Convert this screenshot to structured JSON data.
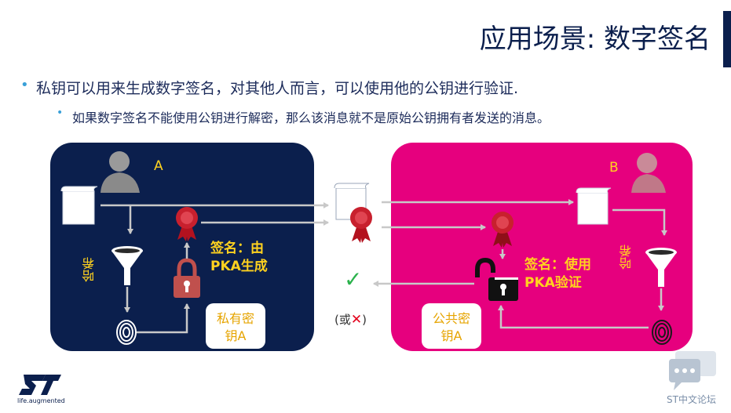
{
  "slide": {
    "title": "应用场景: 数字签名",
    "bullet1": "私钥可以用来生成数字签名，对其他人而言，可以使用他的公钥进行验证.",
    "bullet2": "如果数字签名不能使用公钥进行解密，那么该消息就不是原始公钥拥有者发送的消息。"
  },
  "diagram": {
    "party_a": "A",
    "party_b": "B",
    "hash_label_a": "哈希",
    "hash_label_b": "哈希",
    "sign_a_line1": "签名：由",
    "sign_a_line2": "PKA生成",
    "sign_b_line1": "签名：使用",
    "sign_b_line2": "PKA验证",
    "private_key_line1": "私有密",
    "private_key_line2": "钥A",
    "public_key_line1": "公共密",
    "public_key_line2": "钥A",
    "or_prefix": "(或",
    "or_x": "✕",
    "or_suffix": ")",
    "check": "✓"
  },
  "footer": {
    "logo_tagline": "life.augmented",
    "forum": "ST中文论坛"
  },
  "colors": {
    "navy": "#0b1f4d",
    "magenta": "#e6007e",
    "yellow": "#ffd21f",
    "accent_blue": "#3aa0d8"
  }
}
